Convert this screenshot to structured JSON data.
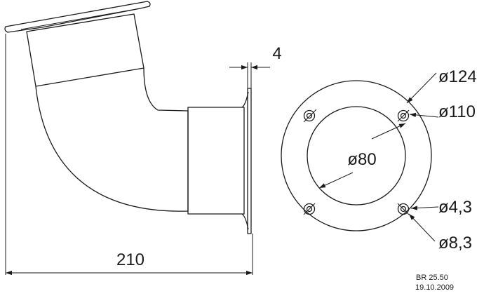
{
  "dimensions": {
    "length": "210",
    "thickness": "4",
    "outer_diameter": "ø124",
    "bolt_circle": "ø110",
    "inner_diameter": "ø80",
    "hole_diameter": "ø4,3",
    "washer_diameter": "ø8,3"
  },
  "title_block": {
    "code": "BR 25.50",
    "date": "19.10.2009"
  }
}
